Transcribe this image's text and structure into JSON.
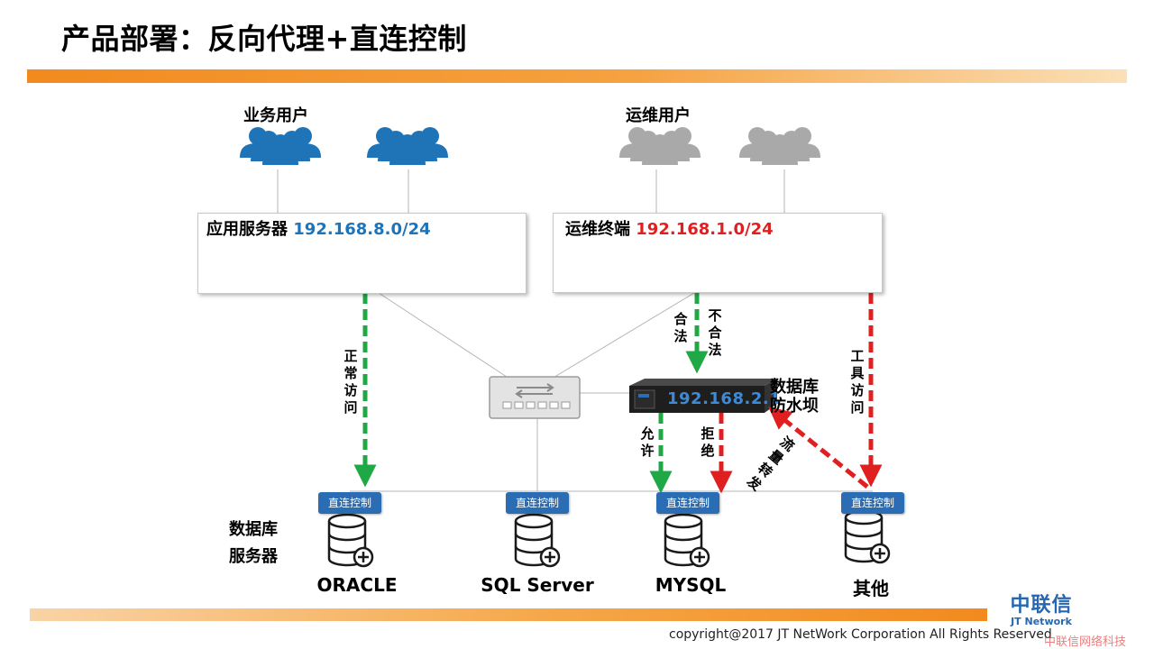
{
  "title": "产品部署：反向代理+直连控制",
  "users": {
    "business_label": "业务用户",
    "ops_label": "运维用户"
  },
  "app_servers": {
    "label": "应用服务器",
    "ip": "192.168.8.0/24"
  },
  "ops_terminals": {
    "label": "运维终端",
    "ip": "192.168.1.0/24"
  },
  "firewall": {
    "ip": "192.168.2.1",
    "label_line1": "数据库",
    "label_line2": "防水坝"
  },
  "flows": {
    "normal_access": "正常访问",
    "legal": "合法",
    "illegal": "不合法",
    "tool_access": "工具访问",
    "allow": "允许",
    "deny": "拒绝",
    "traffic_forward": "流量转发"
  },
  "db_servers": {
    "label_line1": "数据库",
    "label_line2": "服务器",
    "badge": "直连控制",
    "items": [
      "ORACLE",
      "SQL Server",
      "MYSQL",
      "其他"
    ]
  },
  "footer": {
    "copyright": "copyright@2017  JT NetWork Corporation All Rights Reserved",
    "logo_cn": "中联信",
    "logo_en": "JT Network",
    "watermark": "中联信网络科技"
  },
  "colors": {
    "accent_orange": "#f28a1e",
    "brand_blue": "#1f73b7",
    "alert_red": "#e02020",
    "ok_green": "#1fa845",
    "user_gray": "#a9a9a9"
  }
}
